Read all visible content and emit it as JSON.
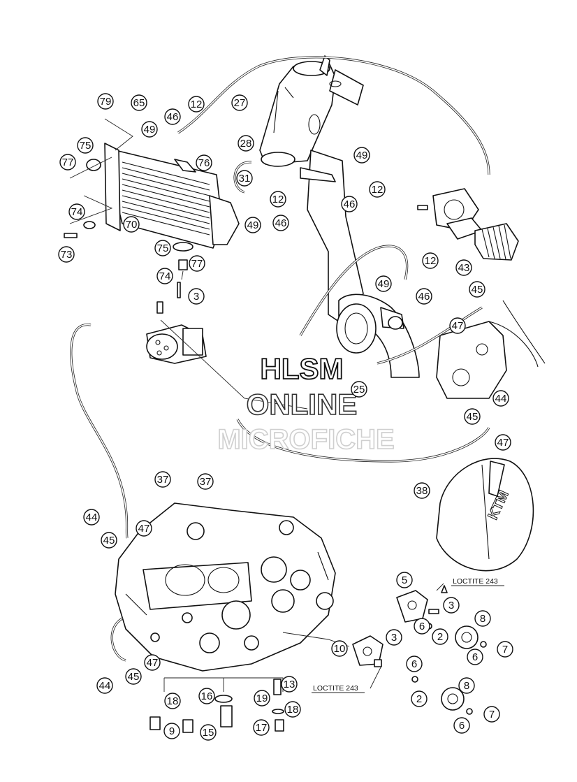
{
  "watermark": {
    "line1": "HLSM",
    "line2": "ONLINE",
    "line3": "MICROFICHE"
  },
  "notes": {
    "loctite_top": "LOCTITE 243",
    "loctite_bottom": "LOCTITE 243"
  },
  "colors": {
    "line": "#111111",
    "background": "#ffffff",
    "watermark_light": "#e6e6e6"
  },
  "callouts": [
    {
      "id": "c-79",
      "label": "79"
    },
    {
      "id": "c-65",
      "label": "65"
    },
    {
      "id": "c-46a",
      "label": "46"
    },
    {
      "id": "c-12a",
      "label": "12"
    },
    {
      "id": "c-27",
      "label": "27"
    },
    {
      "id": "c-49a",
      "label": "49"
    },
    {
      "id": "c-28",
      "label": "28"
    },
    {
      "id": "c-75a",
      "label": "75"
    },
    {
      "id": "c-76",
      "label": "76"
    },
    {
      "id": "c-77a",
      "label": "77"
    },
    {
      "id": "c-49b",
      "label": "49"
    },
    {
      "id": "c-31",
      "label": "31"
    },
    {
      "id": "c-12b",
      "label": "12"
    },
    {
      "id": "c-12c",
      "label": "12"
    },
    {
      "id": "c-46b",
      "label": "46"
    },
    {
      "id": "c-74a",
      "label": "74"
    },
    {
      "id": "c-70",
      "label": "70"
    },
    {
      "id": "c-49c",
      "label": "49"
    },
    {
      "id": "c-46c",
      "label": "46"
    },
    {
      "id": "c-73",
      "label": "73"
    },
    {
      "id": "c-75b",
      "label": "75"
    },
    {
      "id": "c-77b",
      "label": "77"
    },
    {
      "id": "c-74b",
      "label": "74"
    },
    {
      "id": "c-3a",
      "label": "3"
    },
    {
      "id": "c-12d",
      "label": "12"
    },
    {
      "id": "c-43",
      "label": "43"
    },
    {
      "id": "c-49d",
      "label": "49"
    },
    {
      "id": "c-46d",
      "label": "46"
    },
    {
      "id": "c-45a",
      "label": "45"
    },
    {
      "id": "c-47a",
      "label": "47"
    },
    {
      "id": "c-25",
      "label": "25"
    },
    {
      "id": "c-44a",
      "label": "44"
    },
    {
      "id": "c-45b",
      "label": "45"
    },
    {
      "id": "c-47b",
      "label": "47"
    },
    {
      "id": "c-37a",
      "label": "37"
    },
    {
      "id": "c-37b",
      "label": "37"
    },
    {
      "id": "c-38",
      "label": "38"
    },
    {
      "id": "c-44b",
      "label": "44"
    },
    {
      "id": "c-45c",
      "label": "45"
    },
    {
      "id": "c-47c",
      "label": "47"
    },
    {
      "id": "c-5",
      "label": "5"
    },
    {
      "id": "c-3b",
      "label": "3"
    },
    {
      "id": "c-6a",
      "label": "6"
    },
    {
      "id": "c-8a",
      "label": "8"
    },
    {
      "id": "c-2a",
      "label": "2"
    },
    {
      "id": "c-6b",
      "label": "6"
    },
    {
      "id": "c-7a",
      "label": "7"
    },
    {
      "id": "c-10",
      "label": "10"
    },
    {
      "id": "c-3c",
      "label": "3"
    },
    {
      "id": "c-6c",
      "label": "6"
    },
    {
      "id": "c-8b",
      "label": "8"
    },
    {
      "id": "c-2b",
      "label": "2"
    },
    {
      "id": "c-7b",
      "label": "7"
    },
    {
      "id": "c-6d",
      "label": "6"
    },
    {
      "id": "c-44c",
      "label": "44"
    },
    {
      "id": "c-45d",
      "label": "45"
    },
    {
      "id": "c-47d",
      "label": "47"
    },
    {
      "id": "c-13",
      "label": "13"
    },
    {
      "id": "c-18a",
      "label": "18"
    },
    {
      "id": "c-16",
      "label": "16"
    },
    {
      "id": "c-19",
      "label": "19"
    },
    {
      "id": "c-18b",
      "label": "18"
    },
    {
      "id": "c-9",
      "label": "9"
    },
    {
      "id": "c-15",
      "label": "15"
    },
    {
      "id": "c-17",
      "label": "17"
    }
  ]
}
